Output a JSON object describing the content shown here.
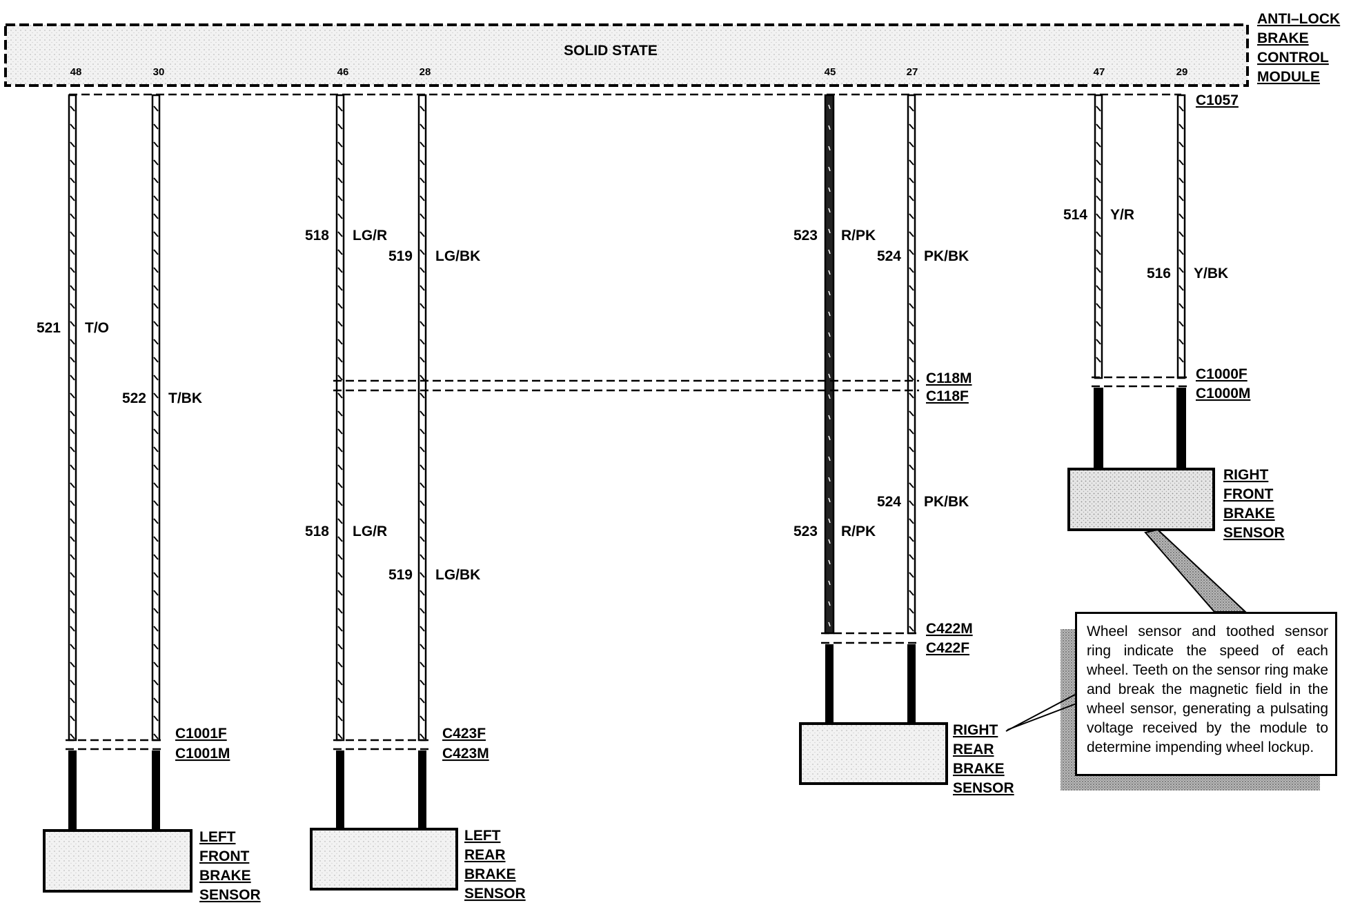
{
  "module": {
    "name_lines": [
      "ANTI–LOCK",
      "BRAKE",
      "CONTROL",
      "MODULE"
    ],
    "center_label": "SOLID STATE",
    "connector": "C1057"
  },
  "circuits": [
    {
      "pin": "48",
      "circuit": "521",
      "color": "T/O"
    },
    {
      "pin": "30",
      "circuit": "522",
      "color": "T/BK"
    },
    {
      "pin": "46",
      "circuit": "518",
      "color": "LG/R"
    },
    {
      "pin": "28",
      "circuit": "519",
      "color": "LG/BK"
    },
    {
      "pin": "45",
      "circuit": "523",
      "color": "R/PK"
    },
    {
      "pin": "27",
      "circuit": "524",
      "color": "PK/BK"
    },
    {
      "pin": "47",
      "circuit": "514",
      "color": "Y/R"
    },
    {
      "pin": "29",
      "circuit": "516",
      "color": "Y/BK"
    }
  ],
  "connectors": {
    "c118m": "C118M",
    "c118f": "C118F",
    "c1000f": "C1000F",
    "c1000m": "C1000M",
    "c1001f": "C1001F",
    "c1001m": "C1001M",
    "c423f": "C423F",
    "c423m": "C423M",
    "c422m": "C422M",
    "c422f": "C422F"
  },
  "sensors": {
    "left_front": [
      "LEFT",
      "FRONT",
      "BRAKE",
      "SENSOR"
    ],
    "left_rear": [
      "LEFT",
      "REAR",
      "BRAKE",
      "SENSOR"
    ],
    "right_rear": [
      "RIGHT",
      "REAR",
      "BRAKE",
      "SENSOR"
    ],
    "right_front": [
      "RIGHT",
      "FRONT",
      "BRAKE",
      "SENSOR"
    ]
  },
  "note": "Wheel sensor and toothed sensor ring indicate the speed of each wheel. Teeth on the sensor ring make and break the magnetic field in the wheel sensor, generating a pulsating voltage received by the module to determine impending wheel lockup.",
  "colors": {
    "ink": "#000000",
    "screen": "#d8d8d8",
    "shadow": "#9a9a9a"
  }
}
